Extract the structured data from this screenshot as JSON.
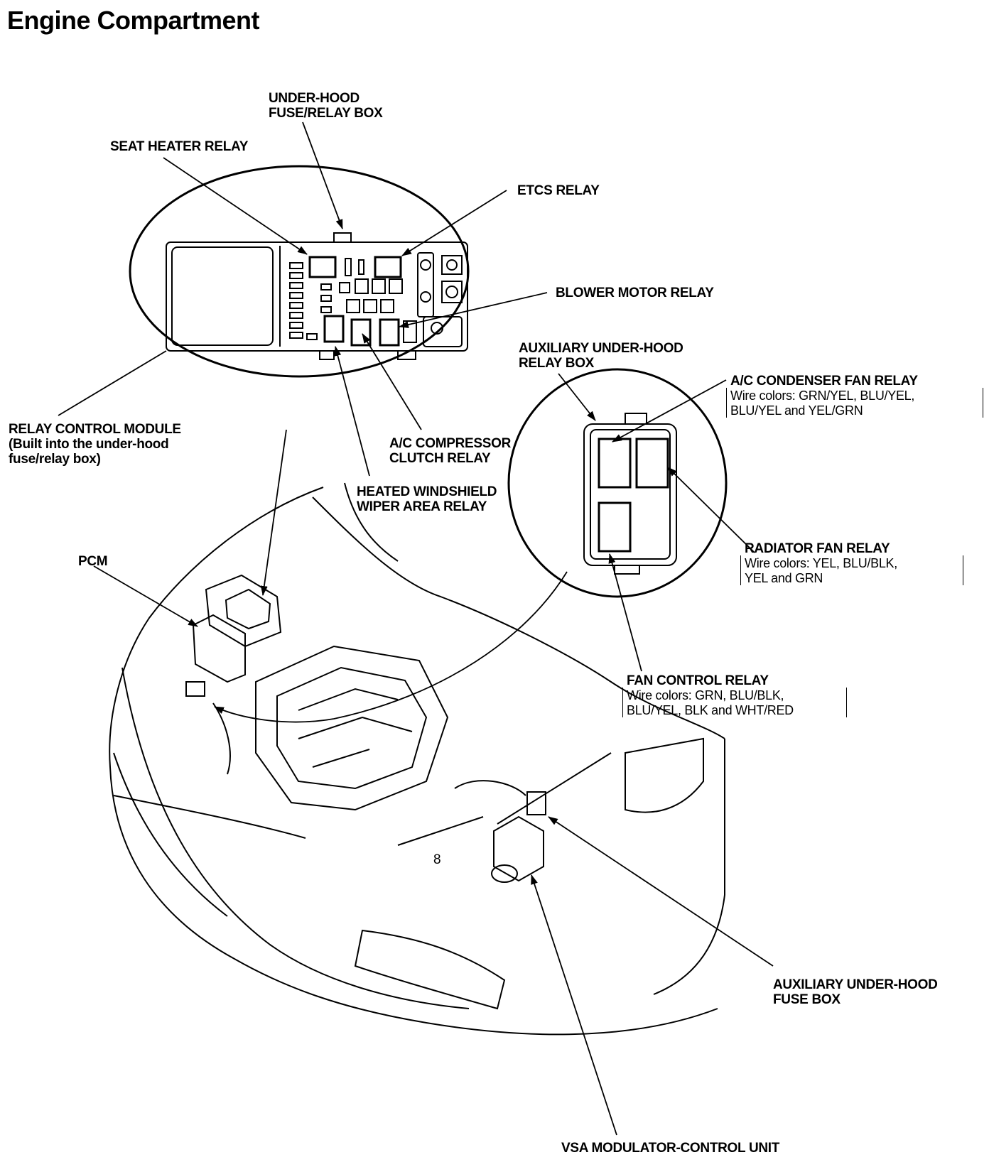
{
  "title": "Engine Compartment",
  "labels": {
    "under_hood_box": [
      "UNDER-HOOD",
      "FUSE/RELAY BOX"
    ],
    "seat_heater": "SEAT HEATER RELAY",
    "etcs": "ETCS RELAY",
    "blower": "BLOWER MOTOR RELAY",
    "aux_relay_box": [
      "AUXILIARY UNDER-HOOD",
      "RELAY BOX"
    ],
    "ac_condenser": {
      "name": "A/C CONDENSER FAN RELAY",
      "wires": [
        "Wire colors: GRN/YEL, BLU/YEL,",
        "BLU/YEL and YEL/GRN"
      ]
    },
    "relay_control": [
      "RELAY CONTROL MODULE",
      "(Built into the under-hood",
      "fuse/relay box)"
    ],
    "ac_compressor": [
      "A/C COMPRESSOR",
      "CLUTCH RELAY"
    ],
    "heated_wiper": [
      "HEATED WINDSHIELD",
      "WIPER AREA RELAY"
    ],
    "radiator_fan": {
      "name": "RADIATOR FAN RELAY",
      "wires": [
        "Wire colors: YEL, BLU/BLK,",
        "YEL and GRN"
      ]
    },
    "pcm": "PCM",
    "fan_control": {
      "name": "FAN CONTROL RELAY",
      "wires": [
        "Wire colors: GRN, BLU/BLK,",
        "BLU/YEL, BLK and WHT/RED"
      ]
    },
    "aux_fuse_box": [
      "AUXILIARY UNDER-HOOD",
      "FUSE BOX"
    ],
    "vsa": "VSA MODULATOR-CONTROL UNIT",
    "engine_mark": "8"
  }
}
